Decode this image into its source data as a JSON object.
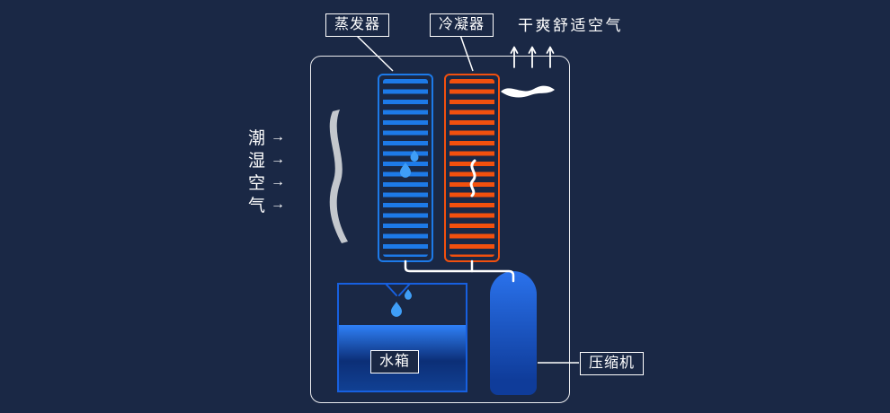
{
  "diagram": {
    "evaporator_label": "蒸发器",
    "condenser_label": "冷凝器",
    "dry_air_label": "干爽舒适空气",
    "humid_air": [
      "潮",
      "湿",
      "空",
      "气"
    ],
    "humid_air_arrow": "→",
    "tank_label": "水箱",
    "compressor_label": "压缩机"
  },
  "colors": {
    "background": "#1a2845",
    "outline_white": "#f5f6f8",
    "evaporator_blue": "#1d7ae8",
    "condenser_orange": "#f2500e",
    "fan_gray": "#c3c7cd",
    "droplet_blue": "#3f9ef7",
    "tank_border_blue": "#1760e0",
    "water_top": "#2f80f7",
    "water_deep": "#0c2f77",
    "compressor_top": "#2a72ec",
    "compressor_bottom": "#0f3c9a",
    "pipe_white": "#ffffff"
  }
}
